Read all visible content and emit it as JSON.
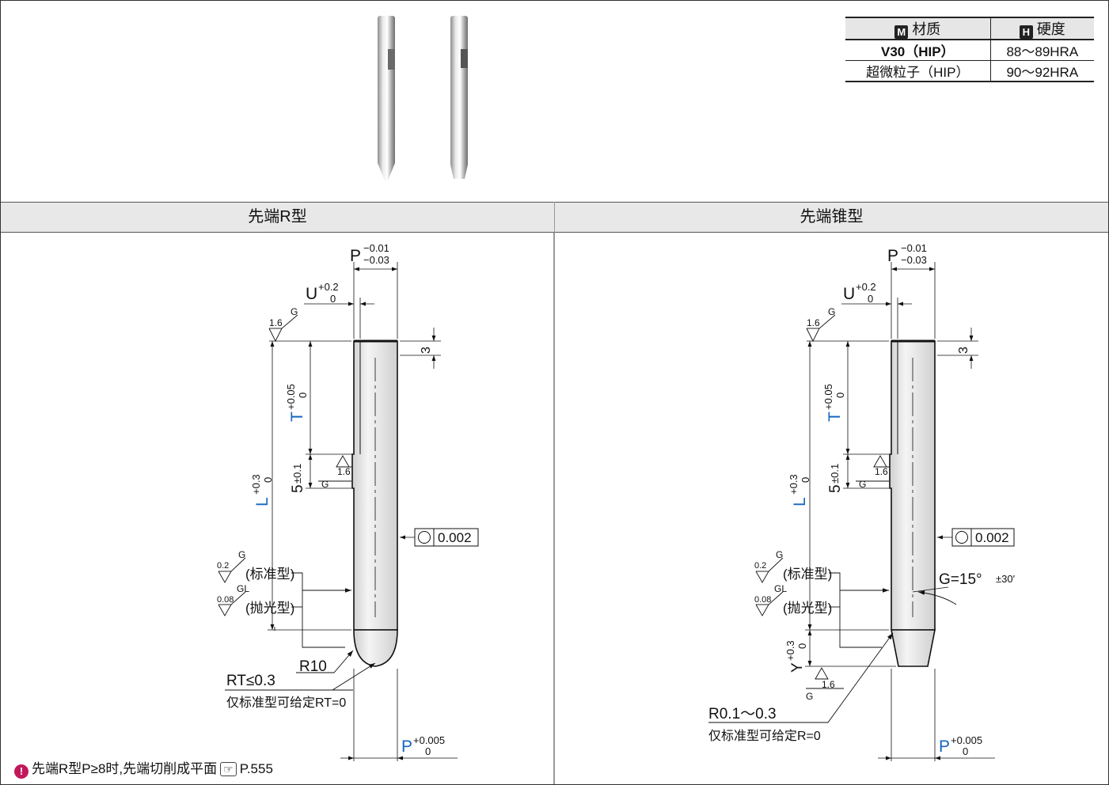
{
  "material_table": {
    "headers": [
      {
        "badge": "M",
        "label": "材质"
      },
      {
        "badge": "H",
        "label": "硬度"
      }
    ],
    "rows": [
      {
        "material": "V30（HIP）",
        "hardness": "88～89HRA"
      },
      {
        "material": "超微粒子（HIP）",
        "hardness": "90～92HRA"
      }
    ]
  },
  "sections": {
    "left_title": "先端R型",
    "right_title": "先端锥型"
  },
  "dims": {
    "P": "P",
    "P_upper": "−0.01",
    "P_lower": "−0.03",
    "U": "U",
    "U_upper": "+0.2",
    "U_lower": "0",
    "T": "T",
    "T_upper": "+0.05",
    "T_lower": "0",
    "L": "L",
    "L_upper": "+0.3",
    "L_lower": "0",
    "five": "5",
    "five_tol": "±0.1",
    "three": "3",
    "P2": "P",
    "P2_upper": "+0.005",
    "P2_lower": "0",
    "Y": "Y",
    "Y_upper": "+0.3",
    "Y_lower": "0"
  },
  "surface": {
    "r16": "1.6",
    "g": "G",
    "gl": "GL",
    "r02": "0.2",
    "r008": "0.08",
    "standard": "(标准型)",
    "polished": "(抛光型)"
  },
  "callouts": {
    "roundness": "0.002",
    "rt": "RT≤0.3",
    "r10": "R10",
    "rt_note": "仅标准型可给定RT=0",
    "r01": "R0.1～0.3",
    "r_note": "仅标准型可给定R=0",
    "g_angle": "G=15°",
    "g_tol": "±30′"
  },
  "footnote": {
    "icon": "!",
    "text": "先端R型P≥8时,先端切削成平面",
    "ref_icon": "☞",
    "page": "P.555"
  }
}
